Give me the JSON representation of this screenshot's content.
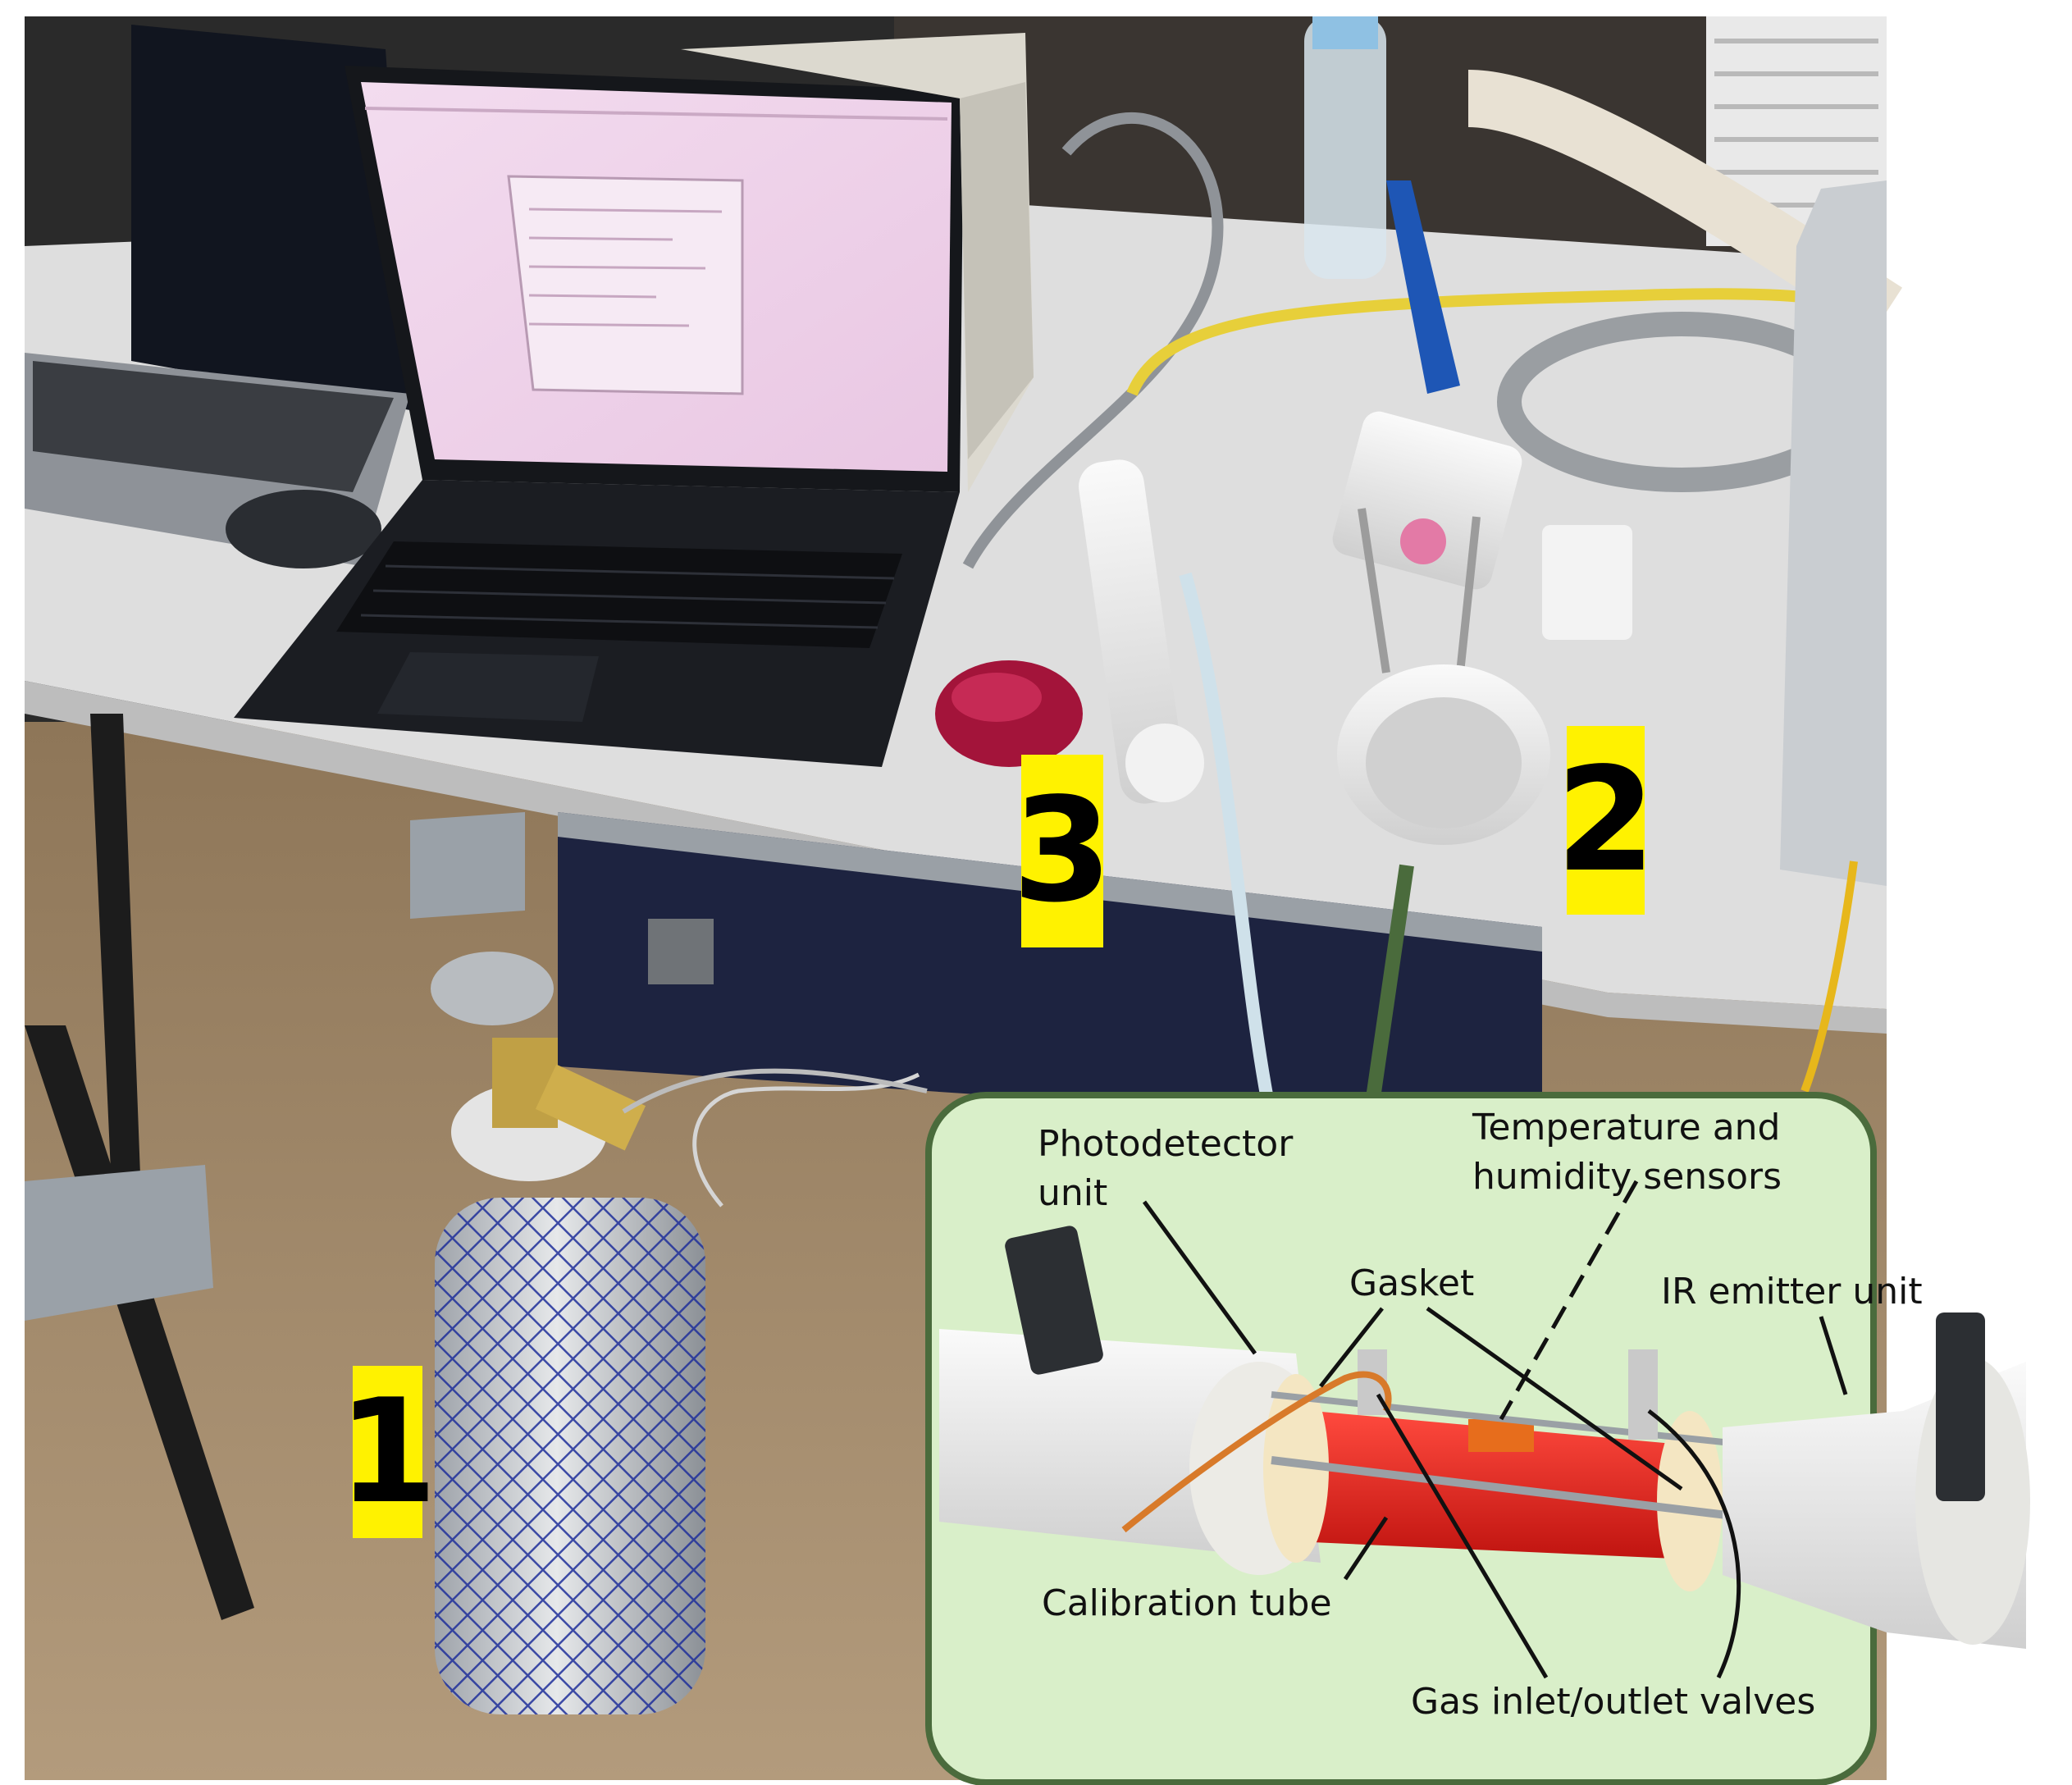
{
  "markers": {
    "one": "1",
    "two": "2",
    "three": "3"
  },
  "inset": {
    "labels": {
      "photodetector_line1": "Photodetector",
      "photodetector_line2": "unit",
      "temp_line1": "Temperature and",
      "temp_line2": "humidity sensors",
      "gasket": "Gasket",
      "ir_emitter": "IR emitter unit",
      "calibration_tube": "Calibration tube",
      "valves": "Gas inlet/outlet valves"
    }
  },
  "colors": {
    "marker_yellow": "#fff200",
    "inset_background": "#d9efc9",
    "inset_border": "#4a6b3c",
    "pointer_arrow": "#4a6b3c",
    "calibration_tube": "#e0201e",
    "desk": "#dcdcd8",
    "carpet": "#a38b6c"
  }
}
